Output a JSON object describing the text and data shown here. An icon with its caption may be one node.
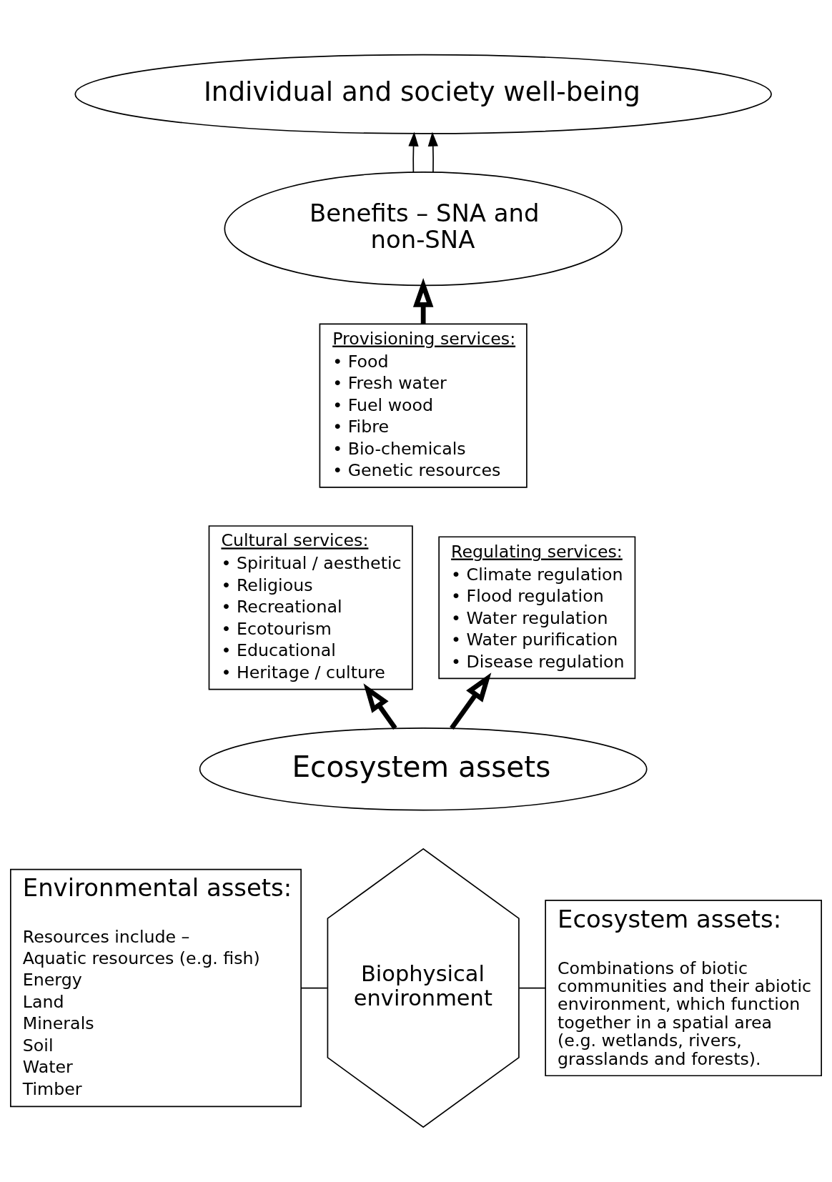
{
  "diagram": {
    "nodes": [
      {
        "text": [
          "Individual and society well-being"
        ]
      },
      {
        "text": [
          "Benefits – SNA and non-SNA"
        ]
      },
      {
        "text": [
          "Provisioning services:",
          "• Food",
          "• Fresh water",
          "• Fuel wood",
          "• Fibre",
          "• Bio-chemicals",
          "• Genetic resources"
        ]
      },
      {
        "text": [
          "Cultural services:",
          "• Spiritual / aesthetic",
          "• Religious",
          "• Recreational",
          "• Ecotourism",
          "• Educational",
          "• Heritage / culture"
        ]
      },
      {
        "text": [
          "Regulating services:",
          "• Climate regulation",
          "• Flood regulation",
          "• Water regulation",
          "• Water purification",
          "• Disease regulation"
        ]
      },
      {
        "text": [
          "Ecosystem assets"
        ]
      },
      {
        "text": [
          "Environmental assets:",
          "Resources include –",
          "Aquatic resources (e.g. fish)",
          "Energy",
          "Land",
          "Minerals",
          "Soil",
          "Water",
          "Timber"
        ]
      },
      {
        "text": [
          "Biophysical environment"
        ]
      },
      {
        "text": [
          "Ecosystem assets:",
          "Combinations of biotic communities and their abiotic environment, which function together in a spatial area (e.g. wetlands, rivers, grasslands and forests)."
        ]
      }
    ],
    "edges": [
      {
        "from": 1,
        "to": 0,
        "arrow": "to"
      },
      {
        "from": 1,
        "to": 0,
        "arrow": "to"
      },
      {
        "from": 2,
        "to": 1,
        "arrow": "to",
        "style": "thick"
      },
      {
        "from": 5,
        "to": 3,
        "arrow": "to",
        "style": "thick"
      },
      {
        "from": 5,
        "to": 4,
        "arrow": "to",
        "style": "thick"
      },
      {
        "from": 6,
        "to": 7,
        "arrow": "none"
      },
      {
        "from": 7,
        "to": 8,
        "arrow": "none"
      }
    ]
  }
}
